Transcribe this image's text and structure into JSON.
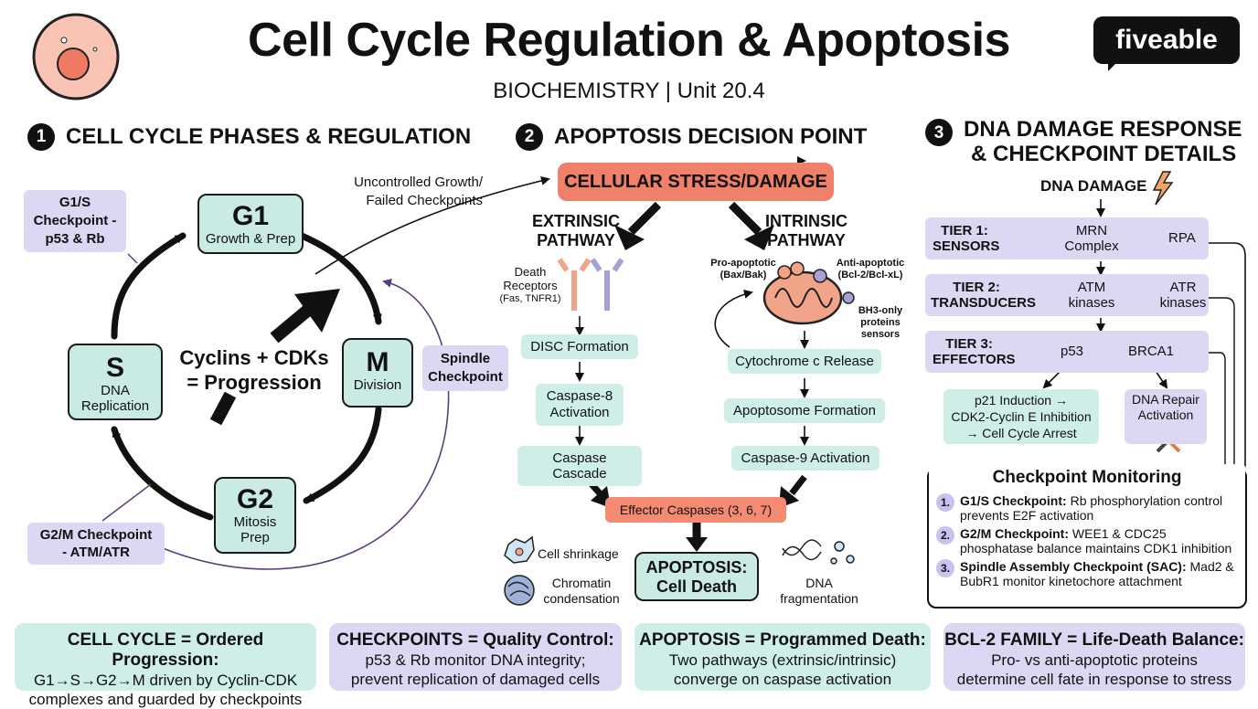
{
  "header": {
    "title": "Cell Cycle Regulation & Apoptosis",
    "subtitle": "BIOCHEMISTRY | Unit 20.4",
    "logo": "fiveable"
  },
  "section1": {
    "number": "1",
    "heading": "CELL CYCLE PHASES & REGULATION",
    "phases": {
      "g1": {
        "letter": "G1",
        "desc": "Growth & Prep"
      },
      "m": {
        "letter": "M",
        "desc": "Division"
      },
      "g2": {
        "letter": "G2",
        "desc_line1": "Mitosis",
        "desc_line2": "Prep"
      },
      "s": {
        "letter": "S",
        "desc_line1": "DNA",
        "desc_line2": "Replication"
      }
    },
    "center_line1": "Cyclins + CDKs",
    "center_line2": "= Progression",
    "g1s_line1": "G1/S",
    "g1s_line2": "Checkpoint -",
    "g1s_line3": "p53 & Rb",
    "g2m_line1": "G2/M Checkpoint",
    "g2m_line2": "- ATM/ATR",
    "spindle_line1": "Spindle",
    "spindle_line2": "Checkpoint",
    "uncontrolled_line1": "Uncontrolled Growth/",
    "uncontrolled_line2": "Failed Checkpoints"
  },
  "section2": {
    "number": "2",
    "heading": "APOPTOSIS DECISION POINT",
    "stress": "CELLULAR STRESS/DAMAGE",
    "extrinsic_line1": "EXTRINSIC",
    "extrinsic_line2": "PATHWAY",
    "intrinsic_line1": "INTRINSIC",
    "intrinsic_line2": "PATHWAY",
    "death_rec_line1": "Death",
    "death_rec_line2": "Receptors",
    "death_rec_line3": "(Fas, TNFR1)",
    "pro_line1": "Pro-apoptotic",
    "pro_line2": "(Bax/Bak)",
    "anti_line1": "Anti-apoptotic",
    "anti_line2": "(Bcl-2/Bcl-xL)",
    "bh3_line1": "BH3-only",
    "bh3_line2": "proteins",
    "bh3_line3": "sensors",
    "disc": "DISC Formation",
    "casp8_line1": "Caspase-8",
    "casp8_line2": "Activation",
    "cascade": "Caspase Cascade",
    "cytc": "Cytochrome c Release",
    "apoptosome": "Apoptosome Formation",
    "casp9": "Caspase-9 Activation",
    "effector": "Effector Caspases (3, 6, 7)",
    "apoptosis_line1": "APOPTOSIS:",
    "apoptosis_line2": "Cell Death",
    "shrink": "Cell shrinkage",
    "chromatin_line1": "Chromatin",
    "chromatin_line2": "condensation",
    "dnafrag_line1": "DNA",
    "dnafrag_line2": "fragmentation"
  },
  "section3": {
    "number": "3",
    "heading_line1": "DNA DAMAGE RESPONSE",
    "heading_line2": "& CHECKPOINT DETAILS",
    "dna_damage": "DNA DAMAGE",
    "tier1_line1": "TIER 1:",
    "tier1_line2": "SENSORS",
    "mrn_line1": "MRN",
    "mrn_line2": "Complex",
    "rpa": "RPA",
    "tier2_line1": "TIER 2:",
    "tier2_line2": "TRANSDUCERS",
    "atm_line1": "ATM",
    "atm_line2": "kinases",
    "atr_line1": "ATR",
    "atr_line2": "kinases",
    "tier3_line1": "TIER 3:",
    "tier3_line2": "EFFECTORS",
    "p53": "p53",
    "brca1": "BRCA1",
    "p21_line1": "p21 Induction →",
    "p21_line2": "CDK2-Cyclin E Inhibition",
    "p21_line3": "→ Cell Cycle Arrest",
    "repair_line1": "DNA Repair",
    "repair_line2": "Activation",
    "monitor_title": "Checkpoint Monitoring",
    "monitor": [
      {
        "num": "1.",
        "bold": "G1/S Checkpoint:",
        "text": " Rb phosphorylation control prevents E2F activation"
      },
      {
        "num": "2.",
        "bold": "G2/M Checkpoint:",
        "text": " WEE1 & CDC25 phosphatase balance maintains CDK1 inhibition"
      },
      {
        "num": "3.",
        "bold": "Spindle Assembly Checkpoint (SAC):",
        "text": " Mad2 & BubR1 monitor kinetochore attachment"
      }
    ]
  },
  "footer": [
    {
      "title": "CELL CYCLE = Ordered Progression:",
      "line1": "G1→S→G2→M driven by Cyclin-CDK",
      "line2": "complexes and guarded by checkpoints",
      "color": "#cfeee8"
    },
    {
      "title": "CHECKPOINTS = Quality Control:",
      "line1": "p53 & Rb monitor DNA integrity;",
      "line2": "prevent replication of damaged cells",
      "color": "#dcd8f4"
    },
    {
      "title": "APOPTOSIS = Programmed Death:",
      "line1": "Two pathways (extrinsic/intrinsic)",
      "line2": "converge on caspase activation",
      "color": "#cfeee8"
    },
    {
      "title": "BCL-2 FAMILY = Life-Death Balance:",
      "line1": "Pro- vs anti-apoptotic proteins",
      "line2": "determine cell fate in response to stress",
      "color": "#dcd8f4"
    }
  ],
  "colors": {
    "teal": "#c9ebe4",
    "lavender": "#dcd8f4",
    "salmon": "#f0806a",
    "ink": "#111111"
  }
}
